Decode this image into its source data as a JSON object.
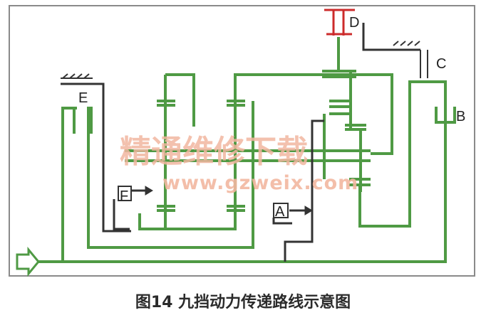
{
  "caption": "图14 九挡动力传递路线示意图",
  "labels": {
    "d": "D",
    "c": "C",
    "b": "B",
    "e": "E",
    "f": "F",
    "a": "A"
  },
  "watermark": {
    "line1": "精通维修下载",
    "line2": "www.gzweix.com"
  },
  "colors": {
    "power_path": "#4f9a44",
    "structure": "#333333",
    "active_brake": "#cc2b2b",
    "watermark": "#f2b7a0",
    "frame": "#8a8a8a",
    "fill": "#ffffff"
  }
}
